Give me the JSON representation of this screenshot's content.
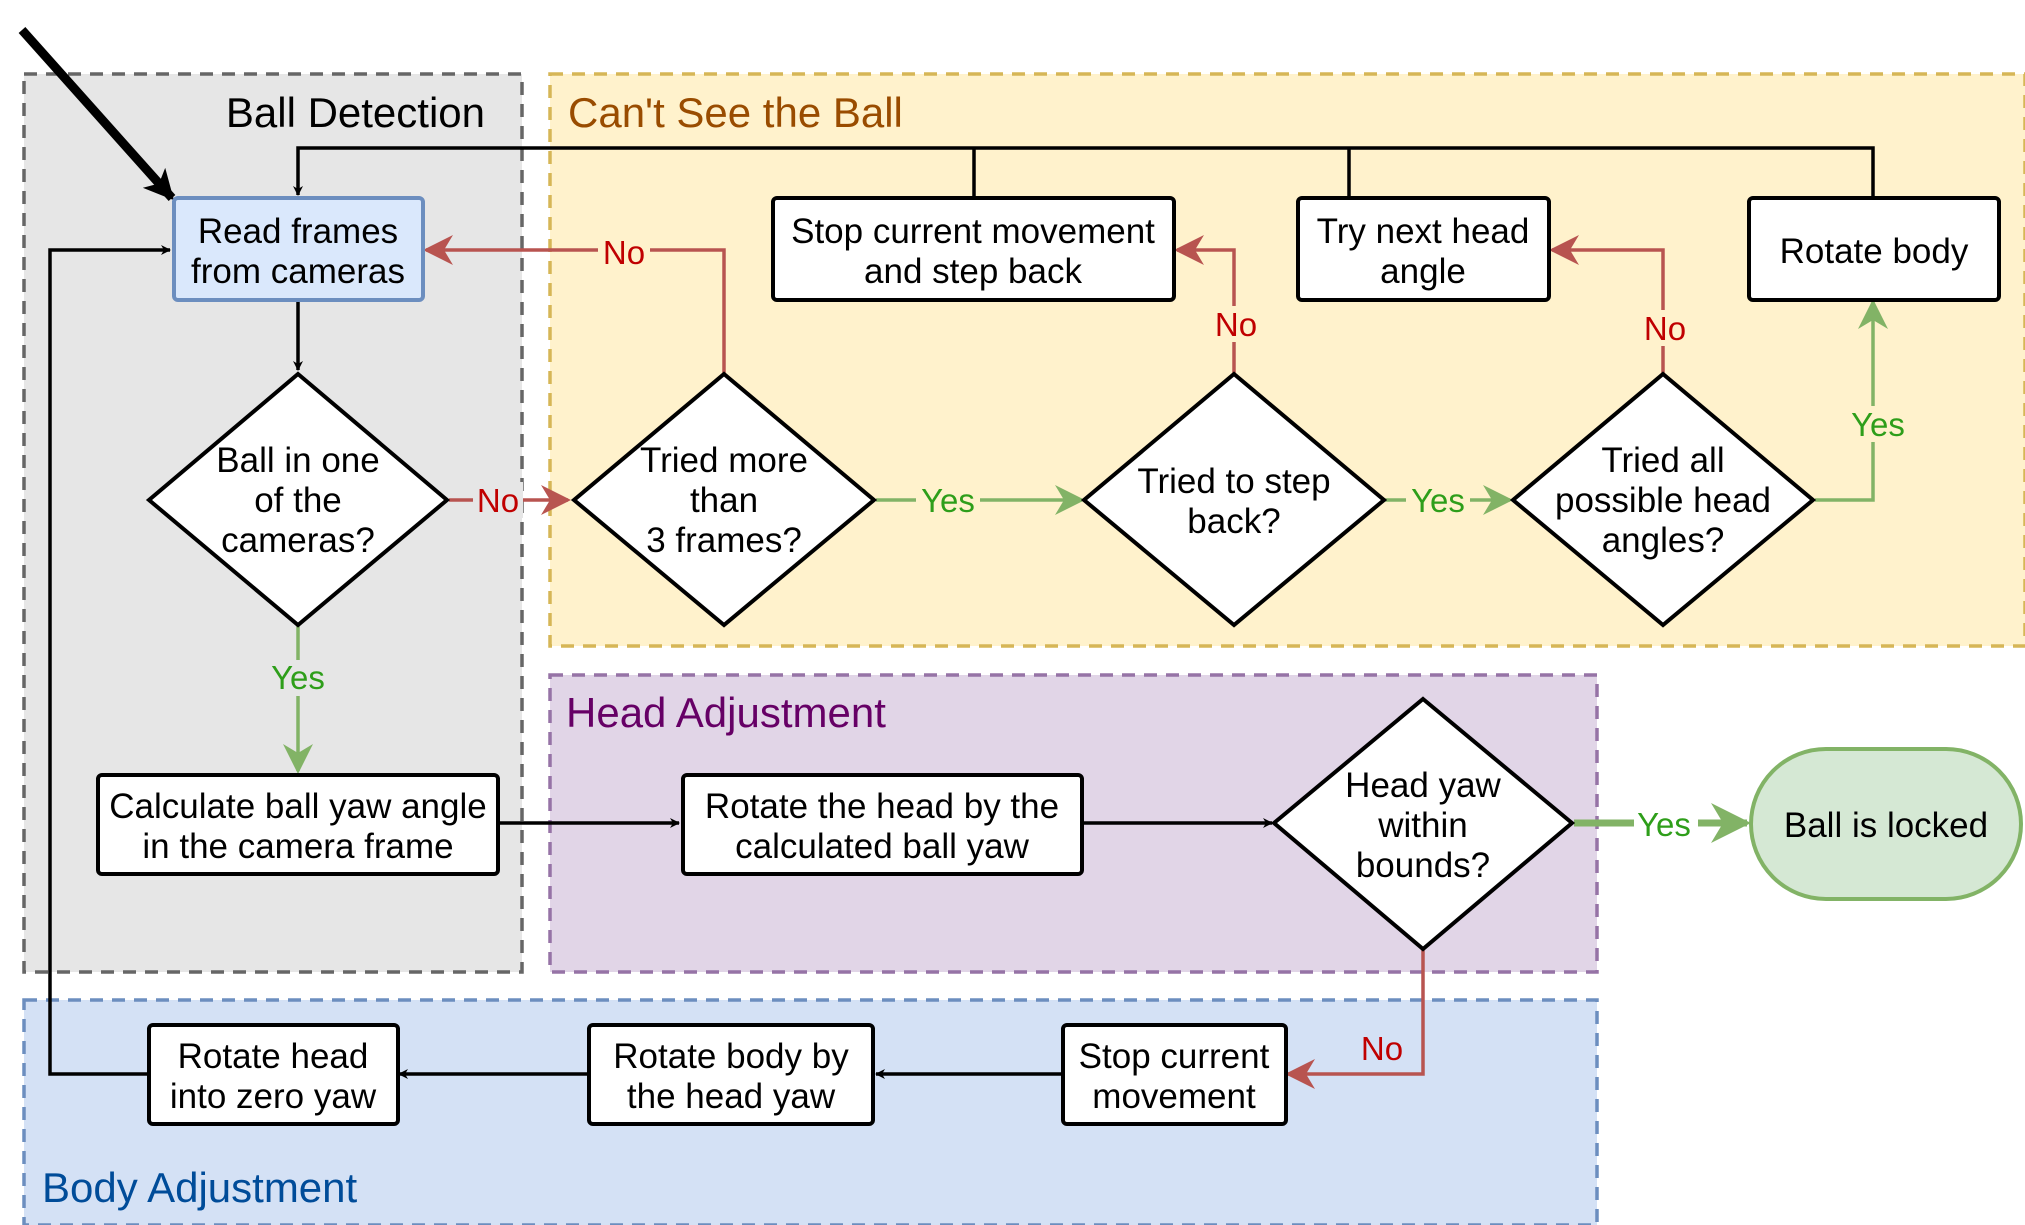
{
  "groups": {
    "ball_detection": "Ball Detection",
    "cant_see": "Can't See the Ball",
    "head_adjustment": "Head Adjustment",
    "body_adjustment": "Body Adjustment"
  },
  "nodes": {
    "read_frames": [
      "Read frames",
      "from cameras"
    ],
    "ball_in_cameras": [
      "Ball in one",
      "of the",
      "cameras?"
    ],
    "calc_yaw": [
      "Calculate ball yaw angle",
      "in the camera frame"
    ],
    "tried_frames": [
      "Tried more",
      "than",
      "3 frames?"
    ],
    "stop_step_back": [
      "Stop current movement",
      "and step back"
    ],
    "tried_step_back": [
      "Tried to step",
      "back?"
    ],
    "try_next_head": [
      "Try next head",
      "angle"
    ],
    "tried_all_head": [
      "Tried all",
      "possible head",
      "angles?"
    ],
    "rotate_body": [
      "Rotate body"
    ],
    "rotate_head_yaw": [
      "Rotate the head by the",
      "calculated ball yaw"
    ],
    "head_yaw_bounds": [
      "Head yaw",
      "within",
      "bounds?"
    ],
    "ball_locked": [
      "Ball is locked"
    ],
    "stop_movement": [
      "Stop current",
      "movement"
    ],
    "rotate_body_head": [
      "Rotate body by",
      "the head yaw"
    ],
    "rotate_head_zero": [
      "Rotate head",
      "into zero yaw"
    ]
  },
  "edges": {
    "yes": "Yes",
    "no": "No"
  },
  "colors": {
    "yes": "#2e9e1a",
    "no": "#c00000",
    "yes_line": "#82b366",
    "no_line": "#b85450",
    "ball_detection_fill": "#e6e6e6",
    "ball_detection_border": "#666666",
    "cant_see_fill": "#fff2cc",
    "cant_see_border": "#d6b656",
    "cant_see_title": "#994c00",
    "head_fill": "#e1d5e7",
    "head_border": "#9673a6",
    "head_title": "#660066",
    "body_fill": "#d4e1f5",
    "body_border": "#6c8ebf",
    "body_title": "#004c99",
    "start_fill": "#dae8fc",
    "start_border": "#6c8ebf",
    "end_fill": "#d5e8d4",
    "end_border": "#82b366"
  }
}
